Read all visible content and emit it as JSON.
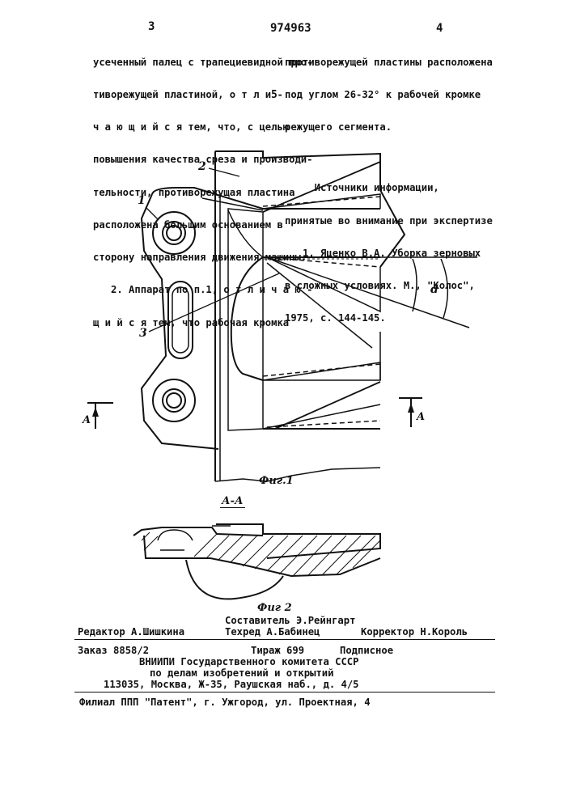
{
  "header": {
    "page_left": "3",
    "patent_number": "974963",
    "page_right": "4"
  },
  "left_column": {
    "lines": [
      "усеченный палец с трапециевидной про-",
      "тиворежущей пластиной, о т л и -",
      "ч а ю щ и й с я тем, что, с целью",
      "повышения качества среза и производи-",
      "тельности, противорежущая пластина",
      "расположена большим основанием в",
      "сторону направления движения машины.",
      "   2. Аппарат по п.1, о т л и ч а ю -",
      "щ и й с я тем, что рабочая кромка"
    ]
  },
  "right_column": {
    "lines": [
      "противорежущей пластины расположена",
      "под углом 26-32° к рабочей кромке",
      "режущего сегмента.",
      "",
      "     Источники информации,",
      "принятые во внимание при экспертизе",
      "   1. Яценко В.А. Уборка зерновых",
      "в сложных условиях. М., \"Колос\",",
      "1975, с. 144-145."
    ]
  },
  "line_marker": "5",
  "figure1": {
    "caption": "Фиг.1",
    "callouts": [
      "1",
      "2",
      "3"
    ],
    "angle_label": "d",
    "section_marks": [
      "A",
      "A"
    ]
  },
  "figure2": {
    "section_title": "А-А",
    "caption": "Фиг 2"
  },
  "footer": {
    "compiler": "Составитель Э.Рейнгарт",
    "editor": "Редактор А.Шишкина",
    "techred": "Техред А.Бабинец",
    "corrector": "Корректор Н.Король",
    "order": "Заказ 8858/2",
    "circulation": "Тираж 699",
    "subscription": "Подписное",
    "institute_1": "ВНИИПИ Государственного комитета СССР",
    "institute_2": "по делам изобретений и открытий",
    "address": "113035, Москва, Ж-35, Раушская наб., д. 4/5",
    "branch": "Филиал ППП \"Патент\", г. Ужгород, ул. Проектная, 4"
  }
}
